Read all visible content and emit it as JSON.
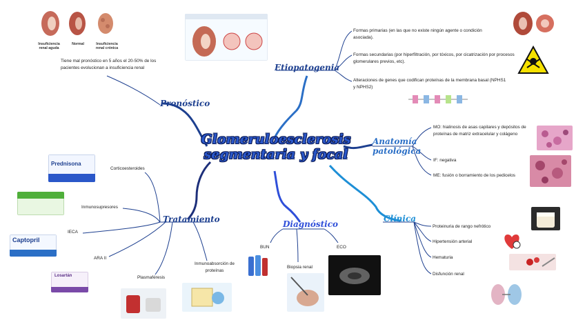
{
  "title": {
    "line1": "Glomeruloesclerosis",
    "line2": "segmentaria y focal"
  },
  "branches": {
    "etiopatogenia": "Etiopatogenia",
    "anatomia_1": "Anatomía",
    "anatomia_2": "patológica",
    "clinica": "Clínica",
    "diagnostico": "Diagnóstico",
    "tratamiento": "Tratamiento",
    "pronostico": "Pronóstico"
  },
  "etiopatogenia_items": [
    "Formas primarias (en las que no existe ningún agente o condición asociada).",
    "Formas secundarias (por hiperfiltración, por tóxicos, por cicatrización por procesos glomerulares previos, etc).",
    "Alteraciones de genes que codifican proteínas de la membrana basal (NPHS1 y NPHS2)"
  ],
  "anatomia_items": [
    "MO: hialinosis de asas capilares y depósitos de proteínas de matriz extracelular y colágeno",
    "IF: negativa",
    "ME: fusión o borramiento de los pedicelos"
  ],
  "clinica_items": [
    "Proteinuria de rango nefrótico",
    "Hipertensión arterial",
    "Hematuria",
    "Disfunción renal"
  ],
  "diagnostico_items": [
    "BUN",
    "ECO",
    "Biopsia renal"
  ],
  "tratamiento_items": [
    "Corticoesteroides",
    "Inmunosupresores",
    "IECA",
    "ARA II",
    "Plasmaféresis",
    "Inmunoabsorción de proteínas"
  ],
  "pronostico_text": "Tiene mal pronóstico en 5 años el 20-50% de los pacientes evolucionan a insuficiencia renal",
  "kidney_captions": [
    "Insuficiencia renal aguda",
    "Normal",
    "Insuficiencia renal crónica"
  ],
  "drug_labels": {
    "prednisona": "Prednisona",
    "captopril": "Captopril",
    "losartan": "Losartán"
  },
  "colors": {
    "dark": "#1d3f8f",
    "mid": "#2b6fc6",
    "light": "#1e8fd6"
  }
}
